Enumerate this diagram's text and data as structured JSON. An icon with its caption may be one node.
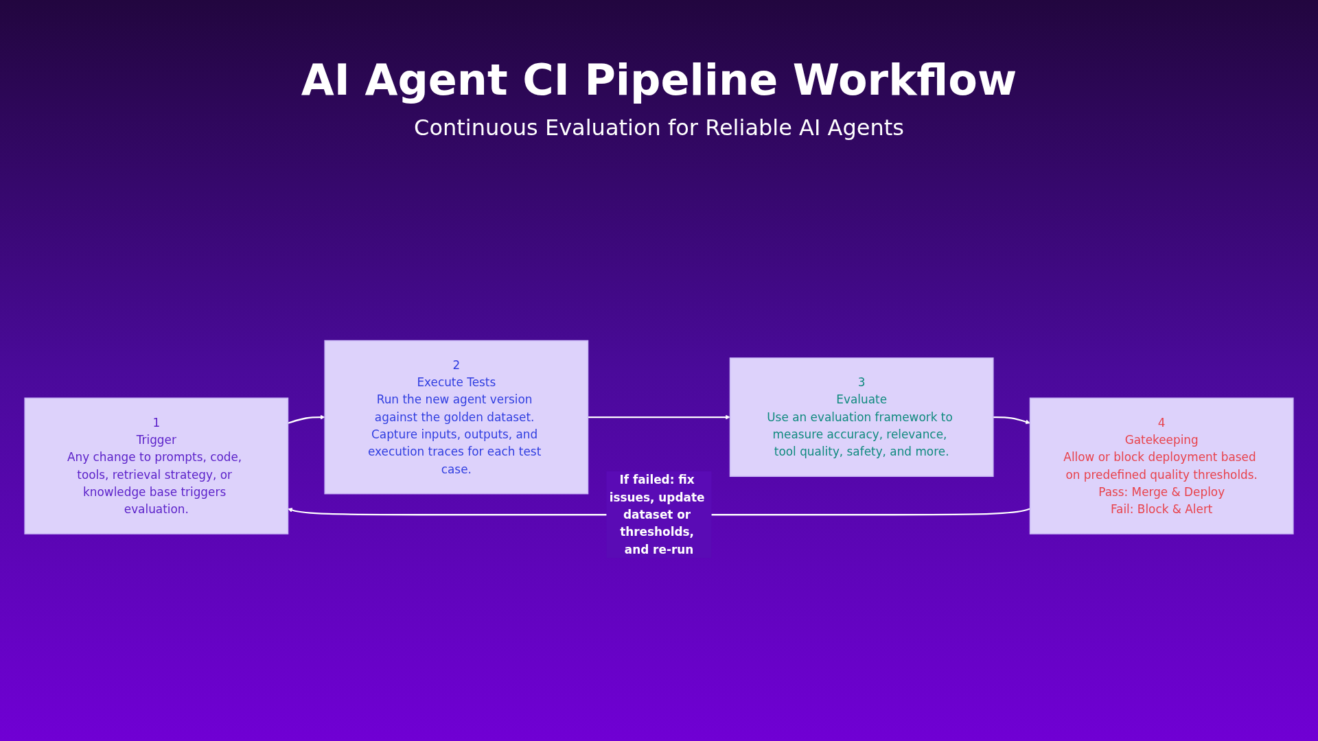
{
  "diagram": {
    "title": "AI Agent CI Pipeline Workflow",
    "nodes": [
      {
        "text": [
          "1",
          "Trigger",
          "Any change to prompts, code, tools, retrieval strategy, or knowledge base triggers evaluation."
        ]
      },
      {
        "text": [
          "2",
          "Execute Tests",
          "Run the new agent version against the golden dataset. Capture inputs, outputs, and execution traces for each test case."
        ]
      },
      {
        "text": [
          "3",
          "Evaluate",
          "Use an evaluation framework to measure accuracy, relevance, tool quality, safety, and more."
        ]
      },
      {
        "text": [
          "4",
          "Gatekeeping",
          "Allow or block deployment based on predefined quality thresholds.",
          "Pass: Merge & Deploy",
          "Fail: Block & Alert"
        ]
      }
    ],
    "edges": [
      {
        "from": 0,
        "to": 1,
        "arrow": "to"
      },
      {
        "from": 1,
        "to": 2,
        "arrow": "to"
      },
      {
        "from": 2,
        "to": 3,
        "arrow": "to"
      },
      {
        "from": 3,
        "to": 0,
        "arrow": "to",
        "label": "If failed: fix issues, update dataset or thresholds, and re-run"
      }
    ],
    "labels": [
      "Continuous Evaluation for Reliable AI Agents"
    ]
  }
}
